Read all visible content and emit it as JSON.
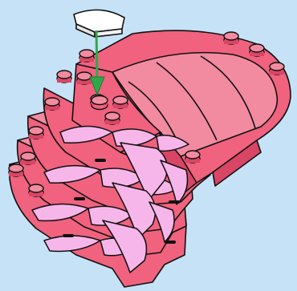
{
  "diagram": {
    "kind": "building-instruction-step",
    "colors": {
      "background": "#c6e2f6",
      "brick_main": "#f0627e",
      "brick_top": "#f28aa0",
      "brick_shade": "#d94564",
      "brick_light": "#f7b6ea",
      "outline": "#111111",
      "arrow": "#2fa84a",
      "new_part": "#ffffff"
    },
    "parts": [
      {
        "name": "new-quarter-tile",
        "icon": "quarter-round-tile"
      },
      {
        "name": "base-plate-stack",
        "icon": "stacked-plates"
      },
      {
        "name": "dome-top",
        "icon": "curved-slope"
      },
      {
        "name": "petal-tiles",
        "icon": "curved-tile"
      }
    ],
    "arrow": {
      "direction": "down",
      "icon": "arrow-down-icon"
    }
  }
}
